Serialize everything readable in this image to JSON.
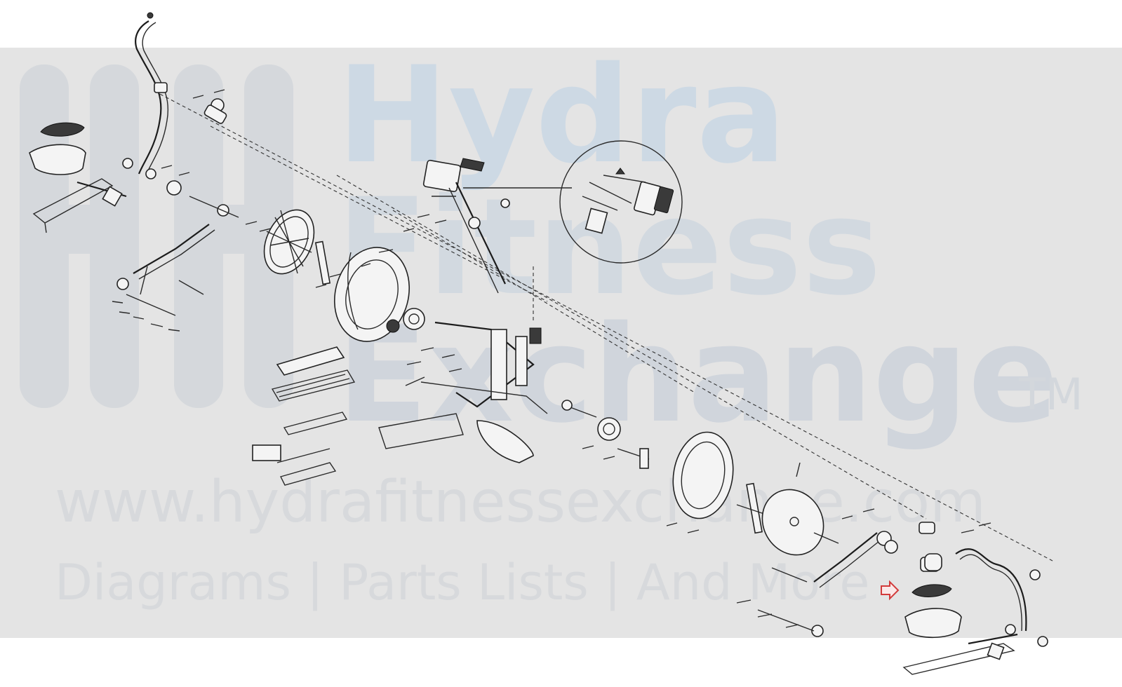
{
  "watermark": {
    "brand_line1": "Hydra",
    "brand_line2": "Fitness",
    "brand_line3": "Exchange",
    "trademark": "TM",
    "url": "www.hydrafitnessexchange.com",
    "tagline": "Diagrams | Parts Lists | And More"
  },
  "colors": {
    "band": "#e4e4e4",
    "watermark_blue": "#cdd9e4",
    "watermark_gray": "#d7d9dc",
    "line": "#2a2a2a",
    "highlight_arrow": "#d23b3b"
  },
  "icons": {
    "highlight": "right-arrow-icon"
  }
}
